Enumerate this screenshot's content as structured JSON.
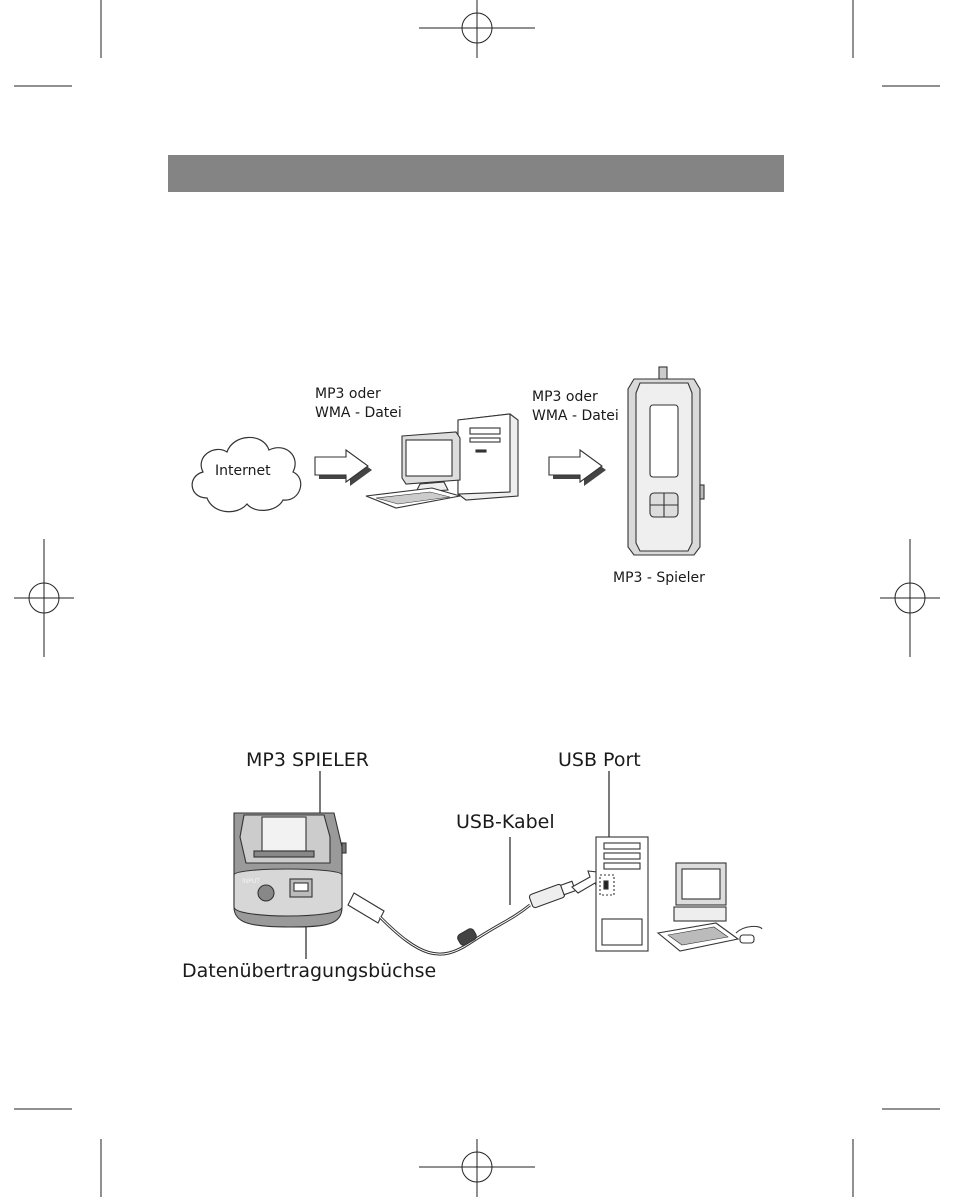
{
  "page": {
    "header_bar_color": "#848484"
  },
  "diagram1": {
    "source_label": "Internet",
    "transfer_label_1_line1": "MP3 oder",
    "transfer_label_1_line2": "WMA - Datei",
    "transfer_label_2_line1": "MP3 oder",
    "transfer_label_2_line2": "WMA - Datei",
    "player_caption": "MP3 - Spieler"
  },
  "diagram2": {
    "player_label": "MP3 SPIELER",
    "port_label": "USB Port",
    "cable_label": "USB-Kabel",
    "jack_label": "Datenübertragungsbüchse",
    "device_panel_text": "INPUT"
  },
  "icons": [
    "registration-mark-icon",
    "cloud-icon",
    "arrow-right-icon",
    "desktop-computer-icon",
    "mp3-player-icon",
    "usb-cable-icon",
    "usb-plug-icon"
  ]
}
